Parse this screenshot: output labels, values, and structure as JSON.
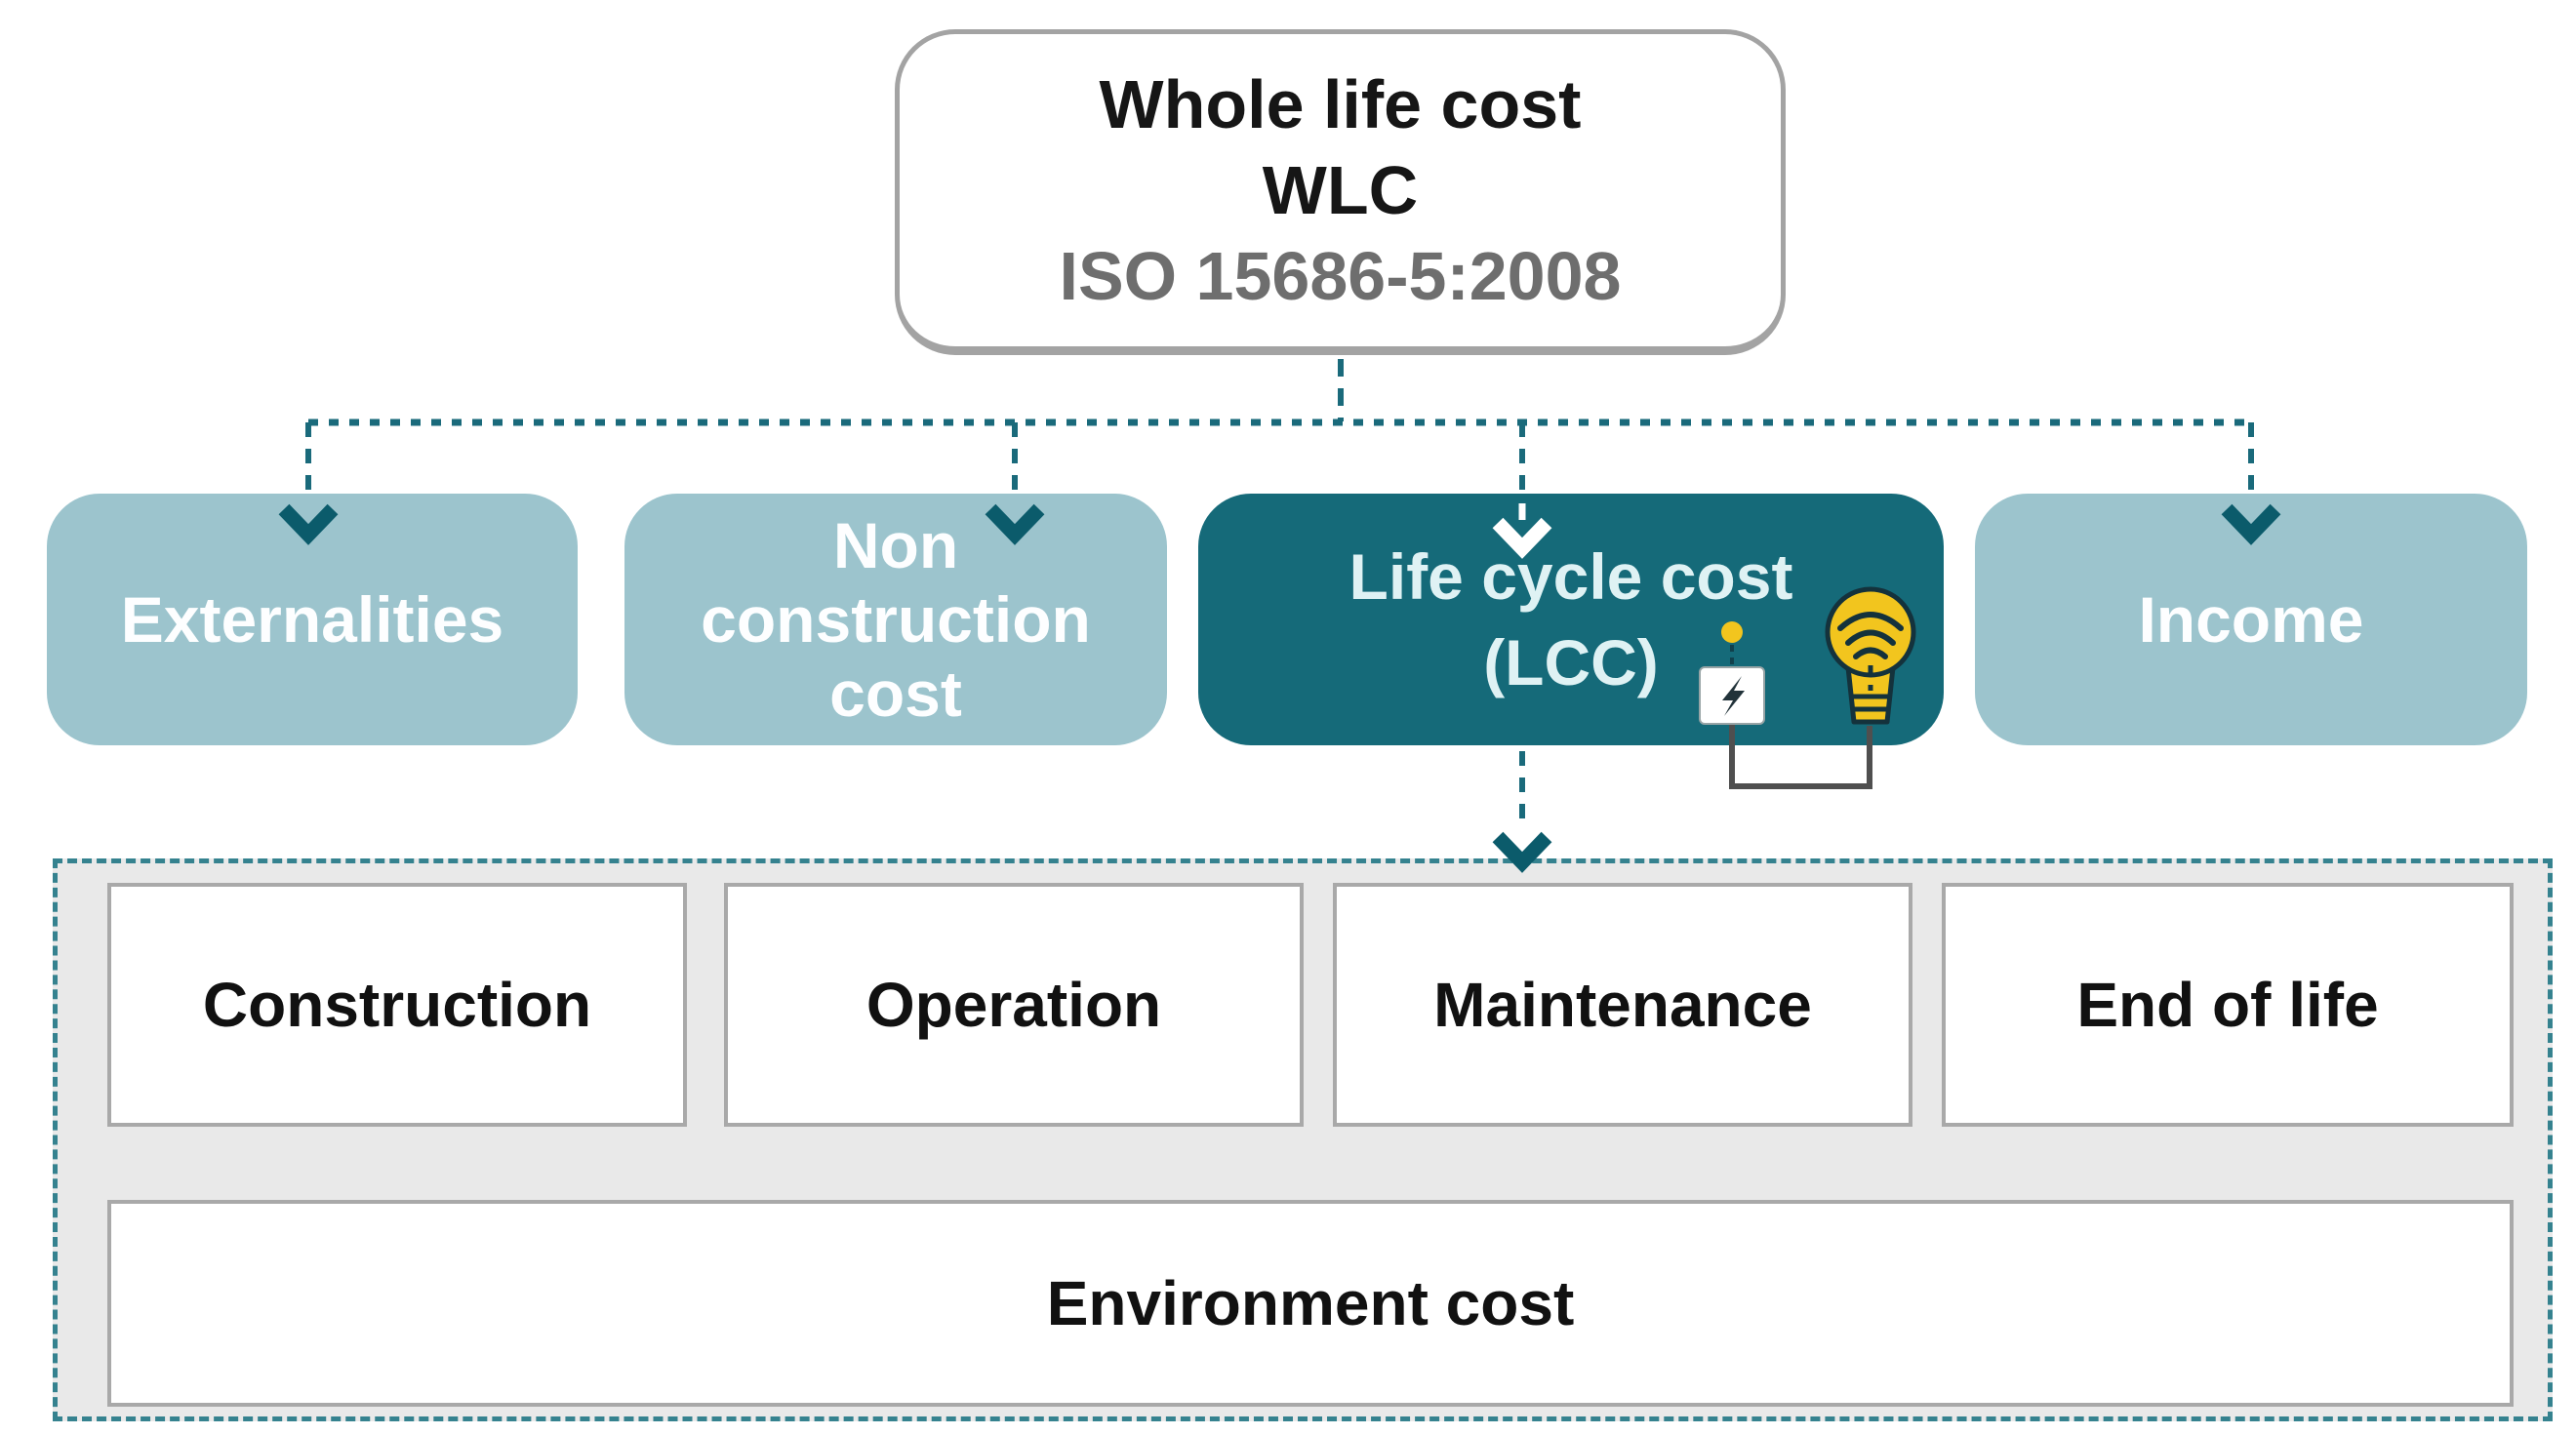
{
  "diagram": {
    "root": {
      "title": "Whole life cost",
      "abbr": "WLC",
      "standard": "ISO 15686-5:2008"
    },
    "branches": [
      {
        "label": "Externalities",
        "variant": "light"
      },
      {
        "label": "Non construction cost",
        "variant": "light"
      },
      {
        "label_line1": "Life cycle cost",
        "label_line2": "(LCC)",
        "variant": "dark"
      },
      {
        "label": "Income",
        "variant": "light"
      }
    ],
    "lcc_phases": [
      {
        "label": "Construction"
      },
      {
        "label": "Operation"
      },
      {
        "label": "Maintenance"
      },
      {
        "label": "End of life"
      }
    ],
    "environment": {
      "label": "Environment cost"
    },
    "icons": {
      "bulb": "light-bulb-icon",
      "switch": "power-switch-icon"
    },
    "colors": {
      "branch_light": "#9cc4cd",
      "branch_dark": "#156a79",
      "connector_teal": "#1a6a7b",
      "arrowhead_teal": "#0b5b6b",
      "container_border": "#35828f",
      "container_bg": "#e9e9e9",
      "root_border_gray": "#a3a3a3",
      "standard_text_gray": "#6e6e6e",
      "bulb_yellow": "#f2c51e",
      "wire_gray": "#4f4f4f"
    }
  }
}
